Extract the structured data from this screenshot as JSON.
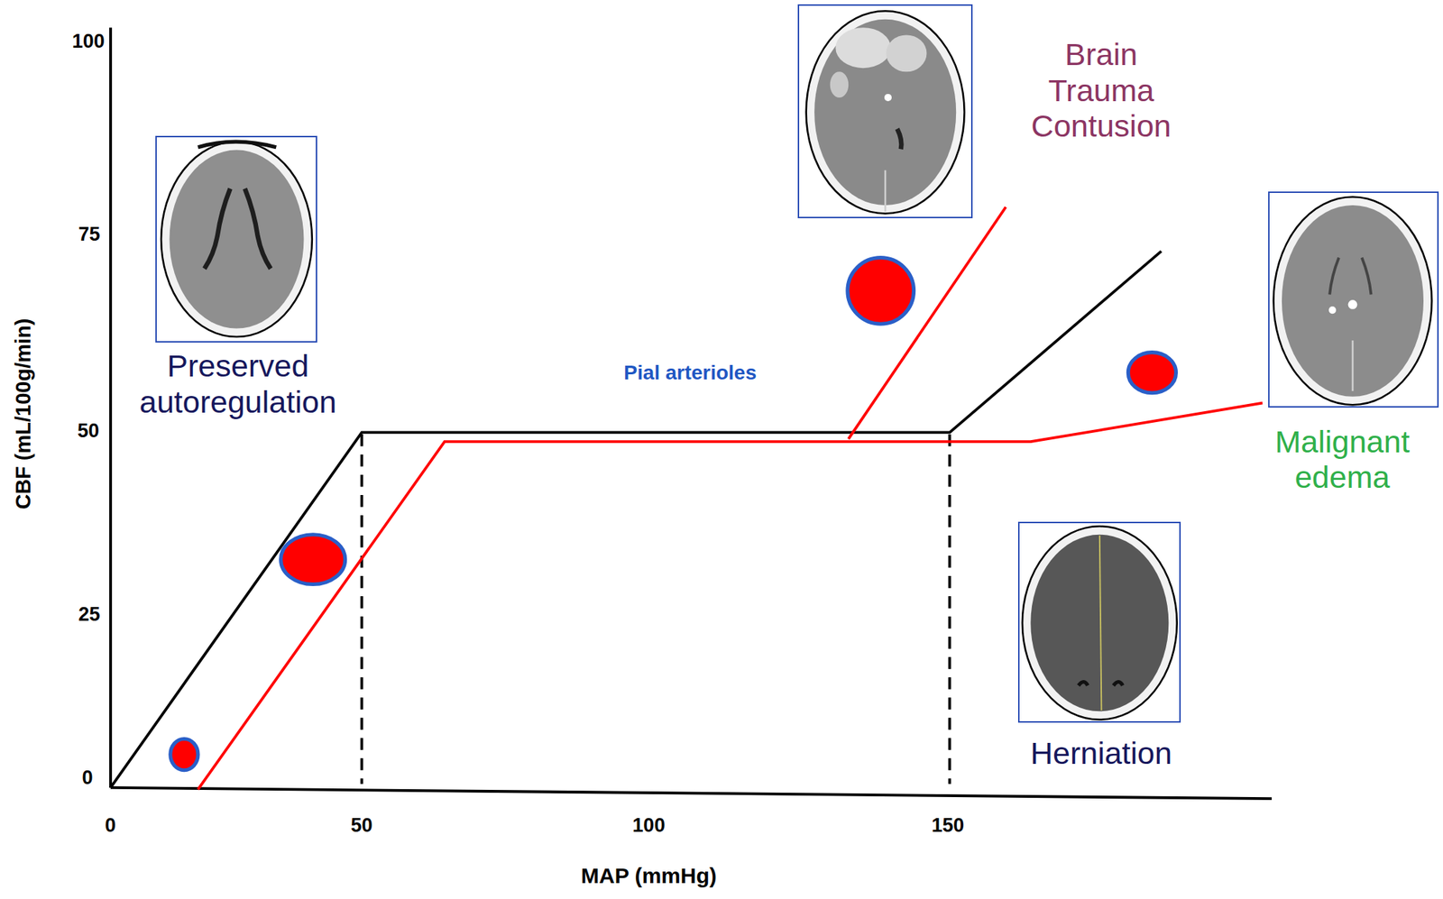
{
  "diagram": {
    "nodes": [
      {
        "text": [
          "Preserved autoregulation"
        ]
      },
      {
        "text": [
          "Brain Trauma Contusion"
        ]
      },
      {
        "text": [
          "Malignant edema"
        ]
      },
      {
        "text": [
          "Herniation"
        ]
      }
    ],
    "labels": [
      "100",
      "75",
      "50",
      "25",
      "0",
      "CBF (mL/100g/min)",
      "Pial arterioles",
      "0",
      "50",
      "100",
      "150",
      "MAP (mmHg)"
    ]
  }
}
